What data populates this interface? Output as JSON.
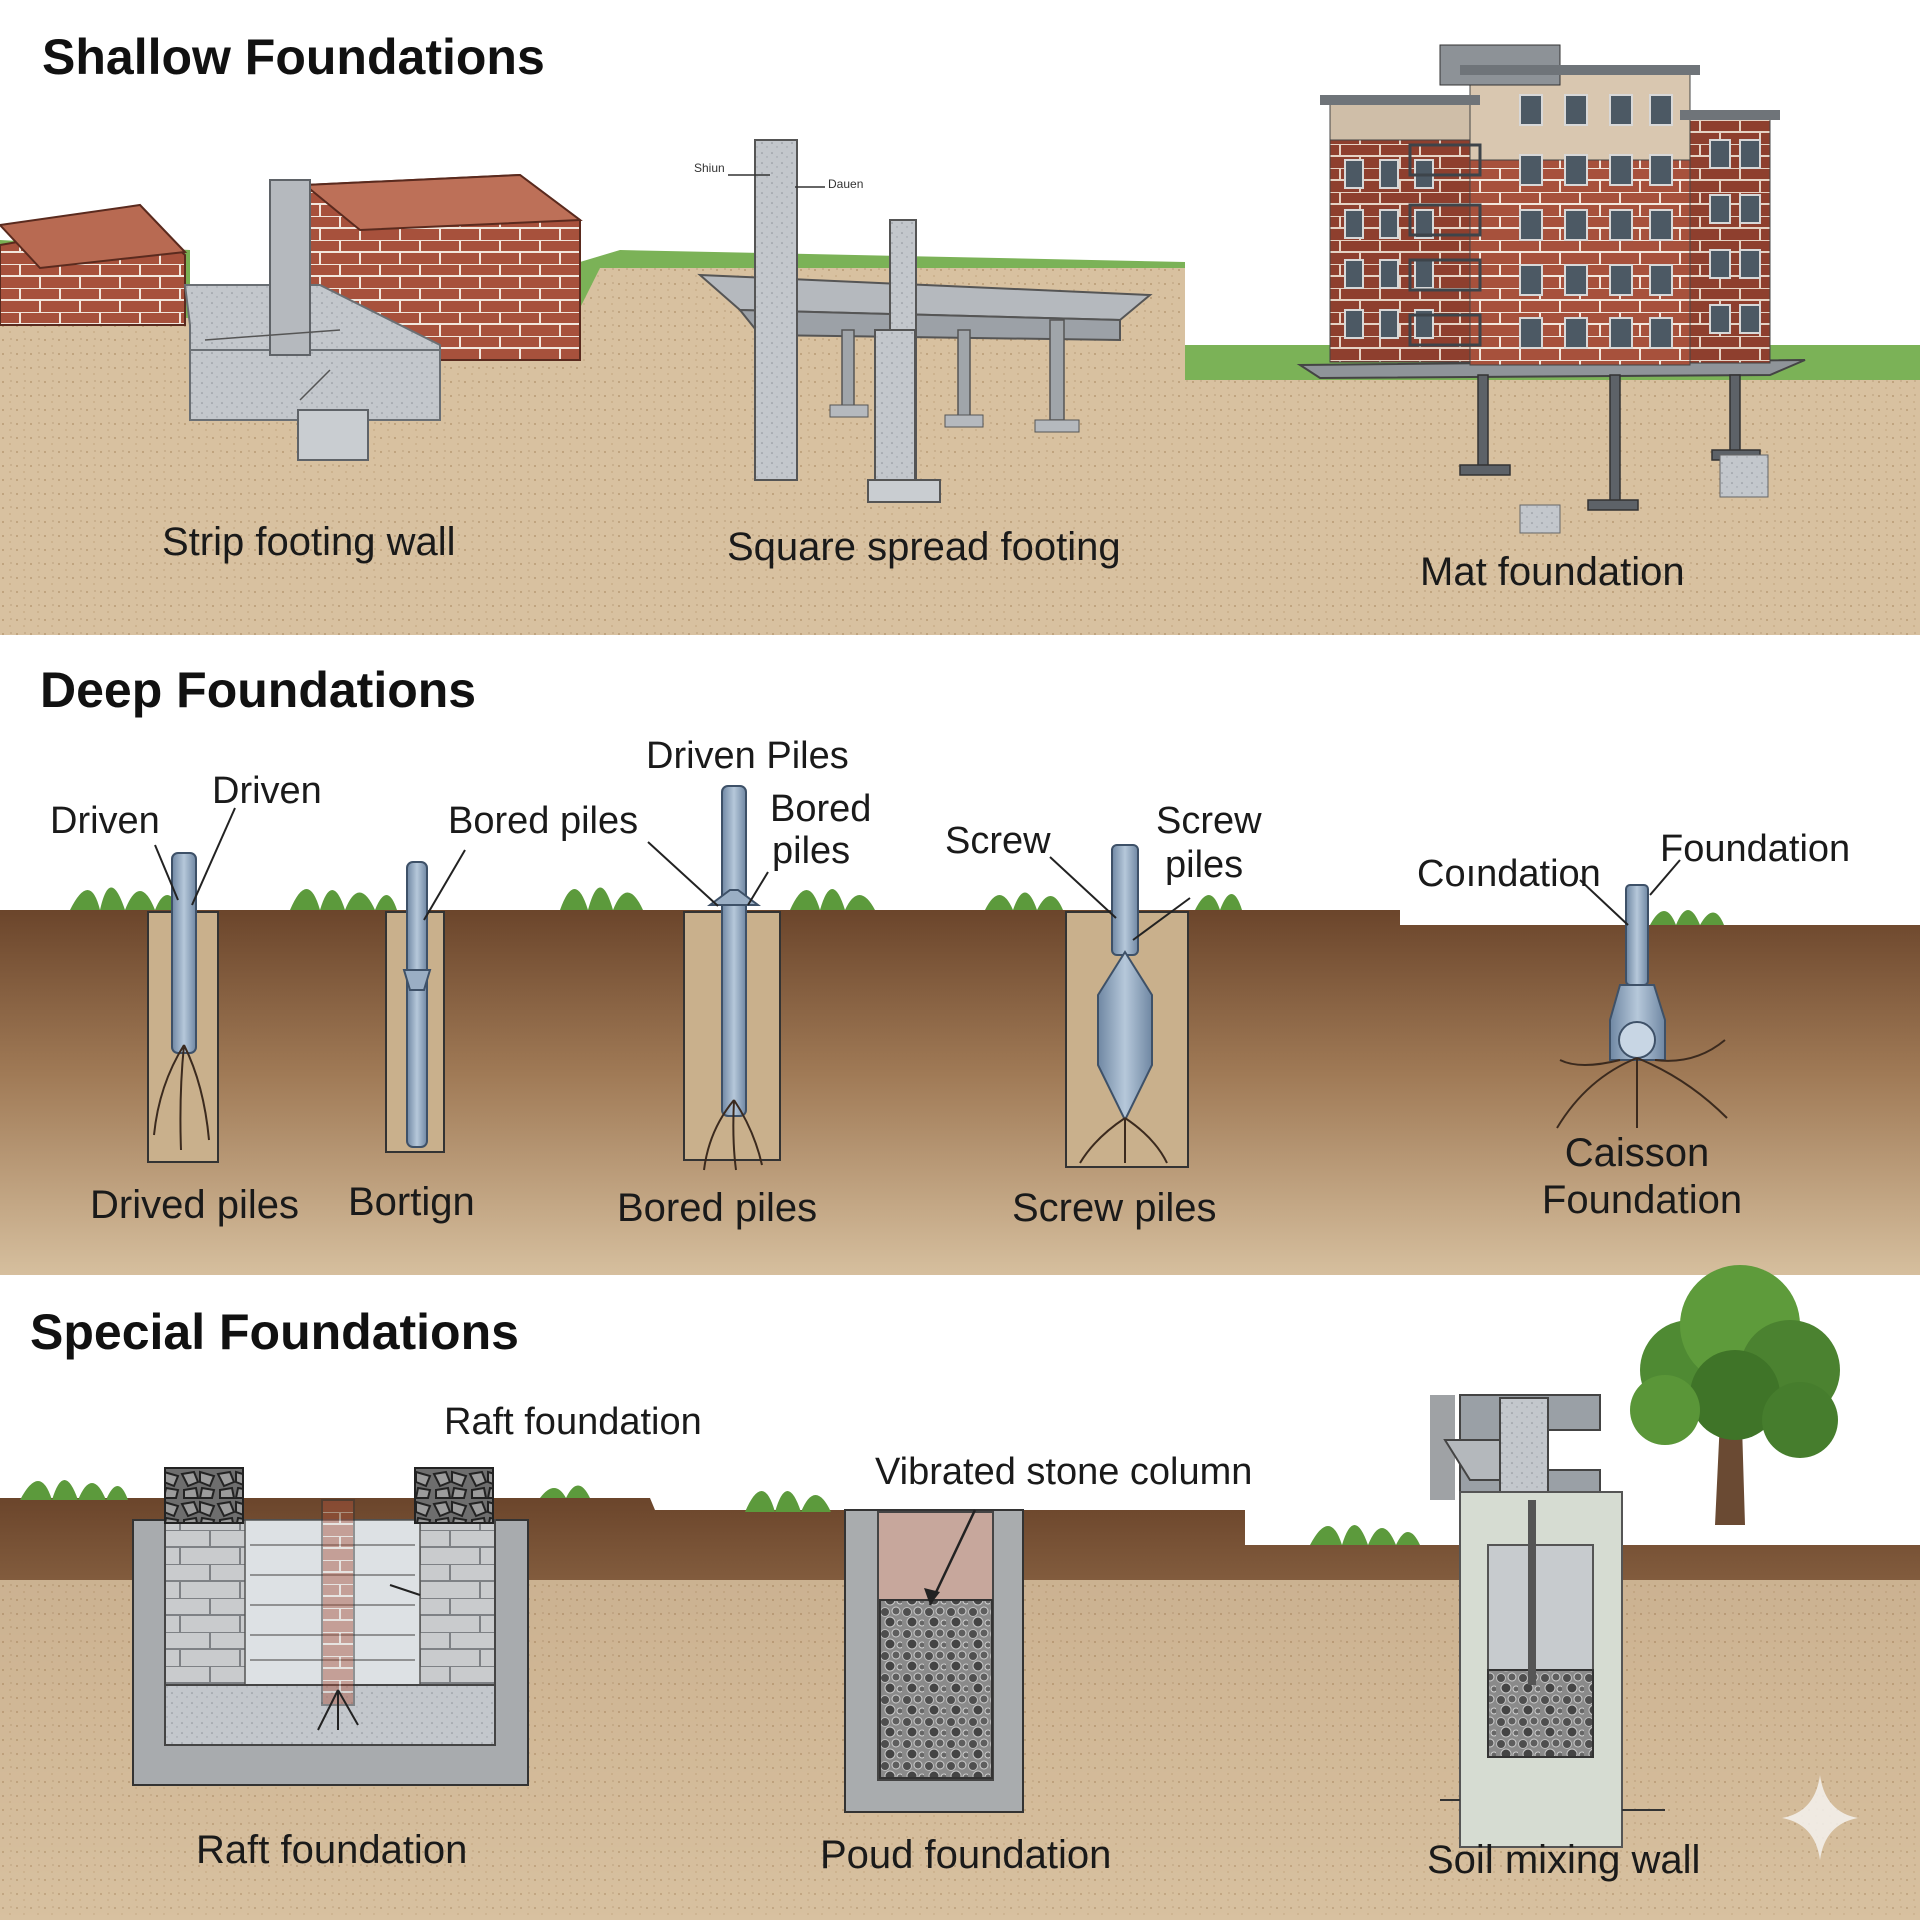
{
  "sections": {
    "shallow": {
      "heading": "Shallow Foundations",
      "captions": {
        "strip": "Strip footing wall",
        "spread": "Square spread footing",
        "mat": "Mat foundation"
      },
      "tiny_labels": {
        "left": "Shiun",
        "right": "Dauen"
      }
    },
    "deep": {
      "heading": "Deep Foundations",
      "callouts": {
        "driven_a": "Driven",
        "driven_b": "Driven",
        "bored_piles_top": "Bored piles",
        "driven_piles_top": "Driven Piles",
        "bored_line1": "Bored",
        "bored_line2": "piles",
        "screw_a": "Screw",
        "screw_b_line1": "Screw",
        "screw_b_line2": "piles",
        "coindation": "Coındation",
        "foundation": "Foundation"
      },
      "captions": {
        "drived": "Drived piles",
        "bortign": "Bortign",
        "bored": "Bored piles",
        "screw": "Screw piles",
        "caisson_line1": "Caisson",
        "caisson_line2": "Foundation"
      }
    },
    "special": {
      "heading": "Special Foundations",
      "callouts": {
        "raft_top": "Raft foundation",
        "vibrated": "Vibrated stone column"
      },
      "captions": {
        "raft": "Raft foundation",
        "poud": "Poud foundation",
        "soil_mixing": "Soil mixing wall"
      }
    }
  },
  "colors": {
    "soil": "#d9c3a3",
    "soil_dark": "#7a5134",
    "grass": "#6fa84a",
    "brick": "#a7513c",
    "concrete": "#b9bec4",
    "steel": "#8fa8c4",
    "stone": "#5f5f5f"
  },
  "icons": [
    "sparkle-icon",
    "tree-icon",
    "building-icon"
  ]
}
